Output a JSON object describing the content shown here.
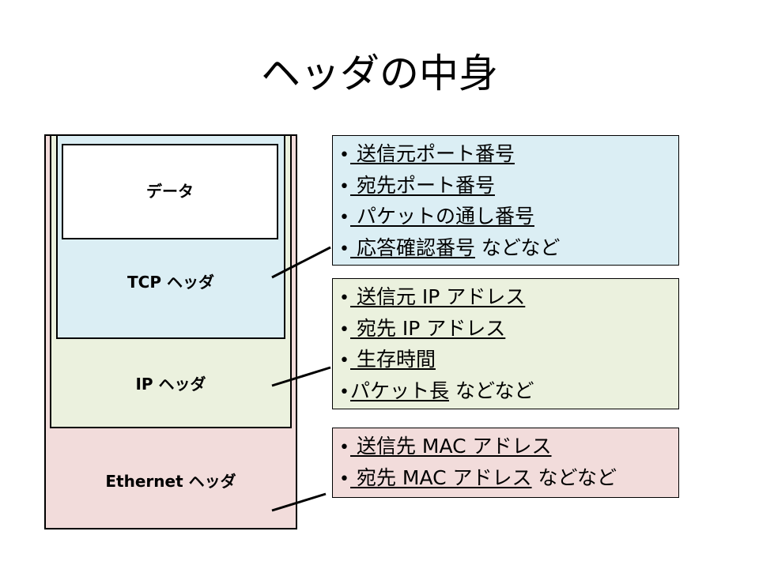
{
  "title": "ヘッダの中身",
  "layers": {
    "data": "データ",
    "tcp": "TCP ヘッダ",
    "ip": "IP ヘッダ",
    "ethernet": "Ethernet ヘッダ"
  },
  "callouts": {
    "tcp": [
      {
        "bullet": "•",
        "text": " 送信元ポート番号",
        "suffix": ""
      },
      {
        "bullet": "•",
        "text": " 宛先ポート番号",
        "suffix": ""
      },
      {
        "bullet": "•",
        "text": " パケットの通し番号",
        "suffix": ""
      },
      {
        "bullet": "•",
        "text": " 応答確認番号",
        "suffix": " などなど"
      }
    ],
    "ip": [
      {
        "bullet": "•",
        "text": " 送信元 IP アドレス",
        "suffix": ""
      },
      {
        "bullet": "•",
        "text": " 宛先 IP アドレス",
        "suffix": ""
      },
      {
        "bullet": "•",
        "text": " 生存時間",
        "suffix": ""
      },
      {
        "bullet": "•",
        "text": "パケット長",
        "suffix": " などなど"
      }
    ],
    "ethernet": [
      {
        "bullet": "•",
        "text": " 送信先 MAC アドレス",
        "suffix": ""
      },
      {
        "bullet": "•",
        "text": " 宛先 MAC アドレス",
        "suffix": " などなど"
      }
    ]
  },
  "colors": {
    "tcp": "#dbeef4",
    "ip": "#ebf1de",
    "ethernet": "#f2dcdb",
    "data": "#ffffff"
  }
}
